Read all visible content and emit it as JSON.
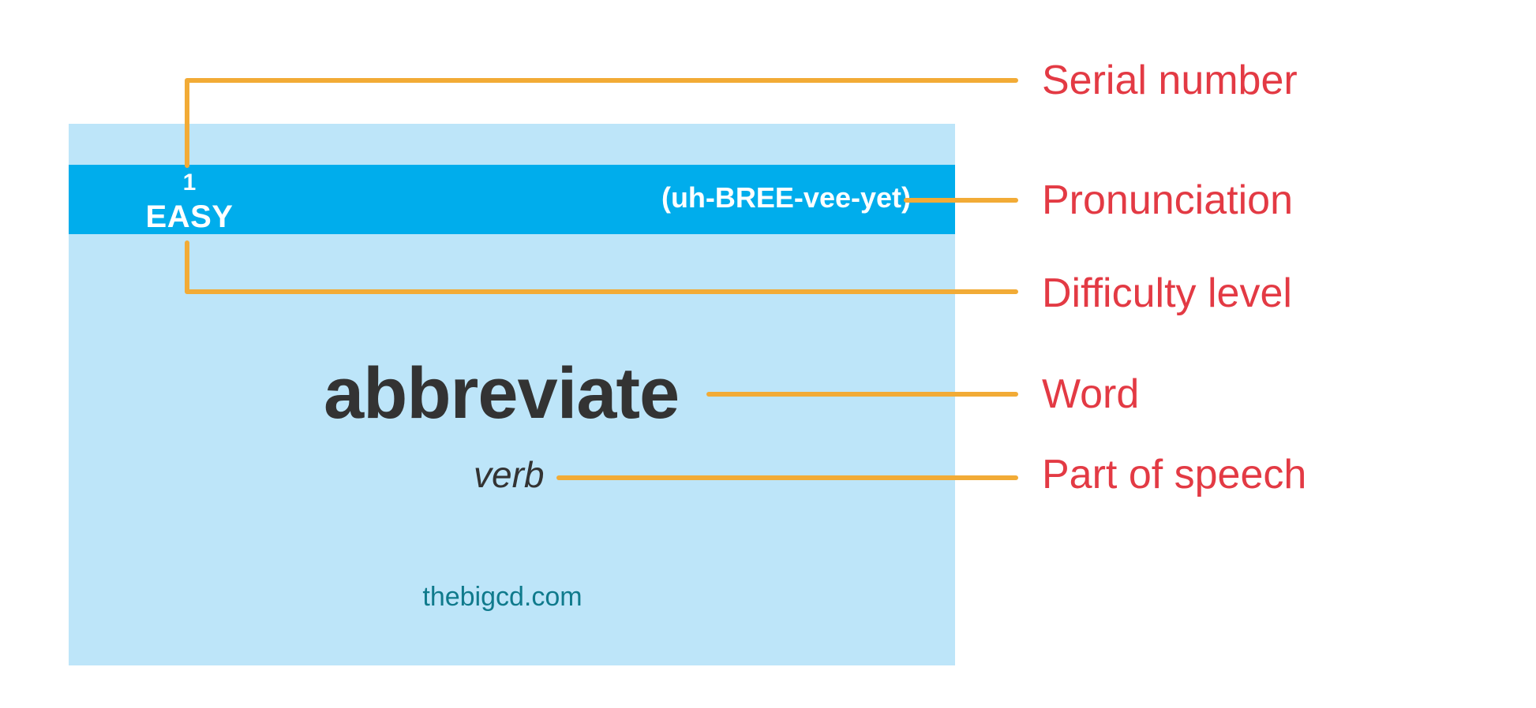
{
  "card": {
    "serial": "1",
    "difficulty": "EASY",
    "pronunciation": "(uh-BREE-vee-yet)",
    "word": "abbreviate",
    "part_of_speech": "verb",
    "website": "thebigcd.com"
  },
  "labels": {
    "serial_number": "Serial number",
    "pronunciation": "Pronunciation",
    "difficulty_level": "Difficulty level",
    "word": "Word",
    "part_of_speech": "Part of speech"
  },
  "colors": {
    "card_background": "#bde5f9",
    "card_band": "#00adec",
    "leader_line": "#f2ab36",
    "label_text": "#e33a44",
    "word_text": "#333333",
    "website_text": "#0f7a8c"
  }
}
